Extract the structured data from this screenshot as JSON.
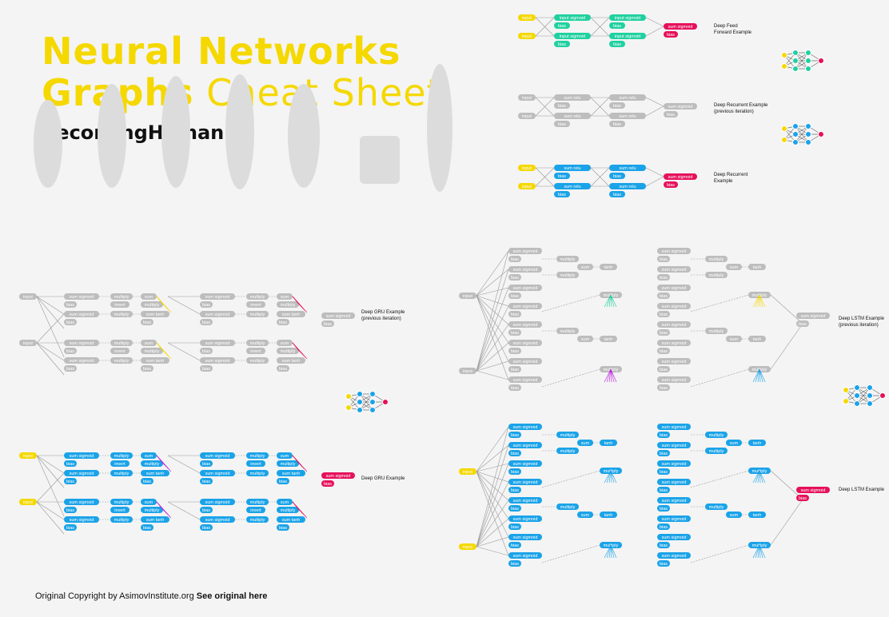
{
  "header": {
    "title_line1": "Neural Networks",
    "title_line2_bold": "Graphs",
    "title_line2_thin": " Cheat Sheet",
    "brand": "BecomingHuman.AI"
  },
  "footer": {
    "copyright_text": "Original Copyright by AsimovInstitute.org ",
    "see_original": "See original here"
  },
  "colors": {
    "yellow": "#f5d800",
    "green": "#1fd1a0",
    "red": "#e6105a",
    "blue": "#1aa3e8",
    "gray": "#bdbdbd",
    "purple": "#c020e0"
  },
  "examples": {
    "ff": "Deep Feed\nForward Example",
    "rec_prev": "Deep Recurrent Example\n(previous iteration)",
    "rec": "Deep Recurrent\nExample",
    "gru_prev": "Deep GRU Example\n(previous iteration)",
    "gru": "Deep GRU Example",
    "lstm_prev": "Deep LSTM Example\n(previous iteration)",
    "lstm": "Deep LSTM Example"
  },
  "node_labels": {
    "input": "input",
    "input_sigmoid": "input sigmoid",
    "sum_sigmoid": "sum sigmoid",
    "bias": "bias",
    "sum_relu": "sum relu",
    "sum_tanh": "sum tanh",
    "multiply": "multiply",
    "invert": "invert",
    "sum": "sum",
    "tanh": "tanh"
  }
}
